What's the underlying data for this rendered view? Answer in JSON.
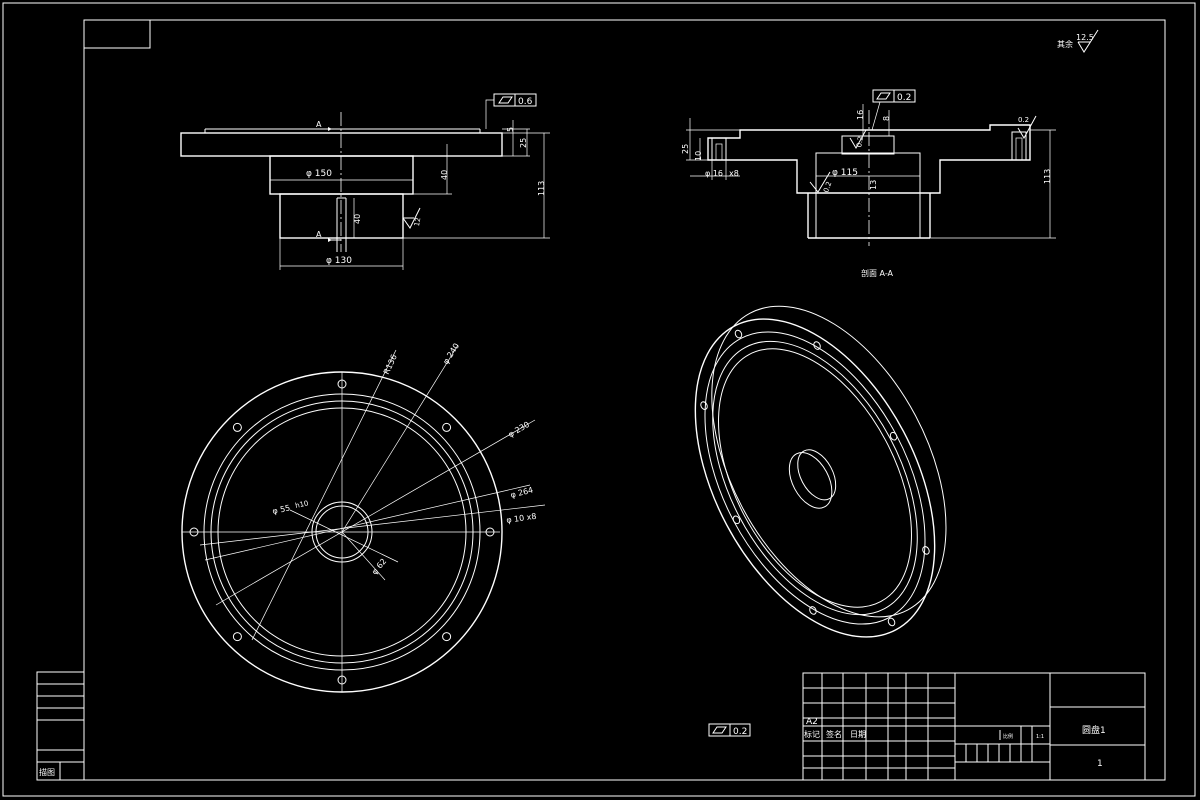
{
  "front_view": {
    "tol_value": "0.6",
    "section_mark_top": "A",
    "section_mark_bottom": "A",
    "dim_dia_150": "φ 150",
    "dim_dia_130": "φ 130",
    "dim_40_a": "40",
    "dim_40_b": "40",
    "dim_25": "25",
    "dim_5": "5",
    "dim_113": "113",
    "roughness": "12"
  },
  "section_view": {
    "tol_value": "0.2",
    "dim_16_top": "16",
    "dim_8": "8",
    "dim_25": "25",
    "dim_10": "10",
    "dim_dia_16": "φ 16",
    "dim_x8": "x8",
    "dim_dia_115": "φ 115",
    "dim_13": "13",
    "dim_113": "113",
    "roughness_a": "0.2",
    "roughness_b": "0.2",
    "roughness_c": "0.2",
    "caption": "剖面 A-A"
  },
  "plan_view": {
    "dim_r136": "R136",
    "dim_dia_240": "φ 240",
    "dim_dia_230": "φ 230",
    "dim_dia_264": "φ 264",
    "dim_holes": "φ 10  x8",
    "dim_dia_55": "φ 55",
    "dim_dia_55_tol": "h10",
    "dim_dia_62": "φ 62"
  },
  "header": {
    "general_roughness_note": "其余",
    "general_roughness_value": "12.5"
  },
  "bottom_tolerance": {
    "value": "0.2"
  },
  "title_block": {
    "sheet_size": "A2",
    "col_marker": "标记",
    "col_signature": "签名",
    "col_date": "日期",
    "scale_label": "比例",
    "scale_value": "1:1",
    "part_name": "圆盘1",
    "sheet_no": "1"
  },
  "left_strip": {
    "label": "描图"
  }
}
